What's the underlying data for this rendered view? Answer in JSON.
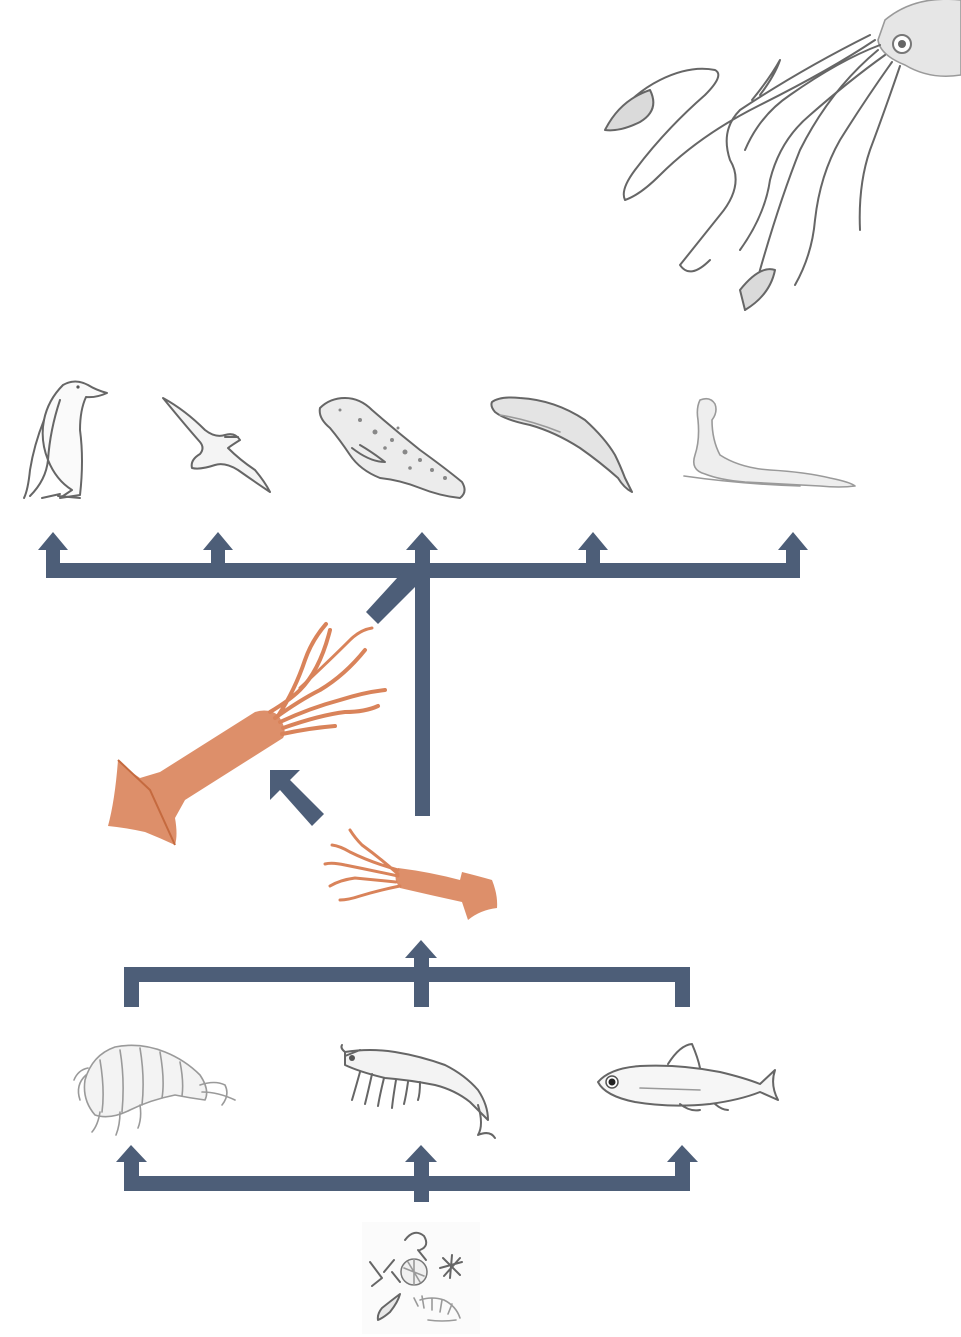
{
  "diagram": {
    "type": "food-web",
    "nodes": [
      {
        "id": "giant-squid",
        "icon": "giant-squid-icon",
        "style": "grey sketch"
      },
      {
        "id": "emperor-penguin",
        "icon": "penguin-icon",
        "style": "line drawing"
      },
      {
        "id": "albatross",
        "icon": "albatross-icon",
        "style": "line drawing"
      },
      {
        "id": "leopard-seal",
        "icon": "leopard-seal-icon",
        "style": "grey sketch"
      },
      {
        "id": "sperm-whale",
        "icon": "sperm-whale-icon",
        "style": "grey sketch"
      },
      {
        "id": "elephant-seal",
        "icon": "elephant-seal-icon",
        "style": "grey sketch"
      },
      {
        "id": "large-squid",
        "icon": "large-squid-icon",
        "style": "orange highlight"
      },
      {
        "id": "small-squid",
        "icon": "small-squid-icon",
        "style": "orange highlight"
      },
      {
        "id": "amphipod",
        "icon": "amphipod-icon",
        "style": "grey sketch"
      },
      {
        "id": "krill",
        "icon": "krill-icon",
        "style": "grey sketch"
      },
      {
        "id": "lanternfish",
        "icon": "lanternfish-icon",
        "style": "grey sketch"
      },
      {
        "id": "plankton",
        "icon": "plankton-icon",
        "style": "grey sketch"
      }
    ],
    "edges": [
      {
        "from": "plankton",
        "to": "amphipod"
      },
      {
        "from": "plankton",
        "to": "krill"
      },
      {
        "from": "plankton",
        "to": "lanternfish"
      },
      {
        "from": "amphipod",
        "to": "small-squid"
      },
      {
        "from": "krill",
        "to": "small-squid"
      },
      {
        "from": "lanternfish",
        "to": "small-squid"
      },
      {
        "from": "small-squid",
        "to": "large-squid"
      },
      {
        "from": "small-squid",
        "to": "emperor-penguin"
      },
      {
        "from": "small-squid",
        "to": "albatross"
      },
      {
        "from": "small-squid",
        "to": "leopard-seal"
      },
      {
        "from": "small-squid",
        "to": "sperm-whale"
      },
      {
        "from": "small-squid",
        "to": "elephant-seal"
      },
      {
        "from": "large-squid",
        "to": "emperor-penguin"
      },
      {
        "from": "large-squid",
        "to": "albatross"
      },
      {
        "from": "large-squid",
        "to": "leopard-seal"
      },
      {
        "from": "large-squid",
        "to": "sperm-whale"
      },
      {
        "from": "large-squid",
        "to": "elephant-seal"
      }
    ]
  },
  "colors": {
    "arrow": "#4d5e78",
    "squid_highlight": "#d9835a",
    "squid_highlight_dark": "#c56a3f",
    "sketch": "#666666",
    "sketch_light": "#9a9a9a",
    "background": "#ffffff"
  }
}
